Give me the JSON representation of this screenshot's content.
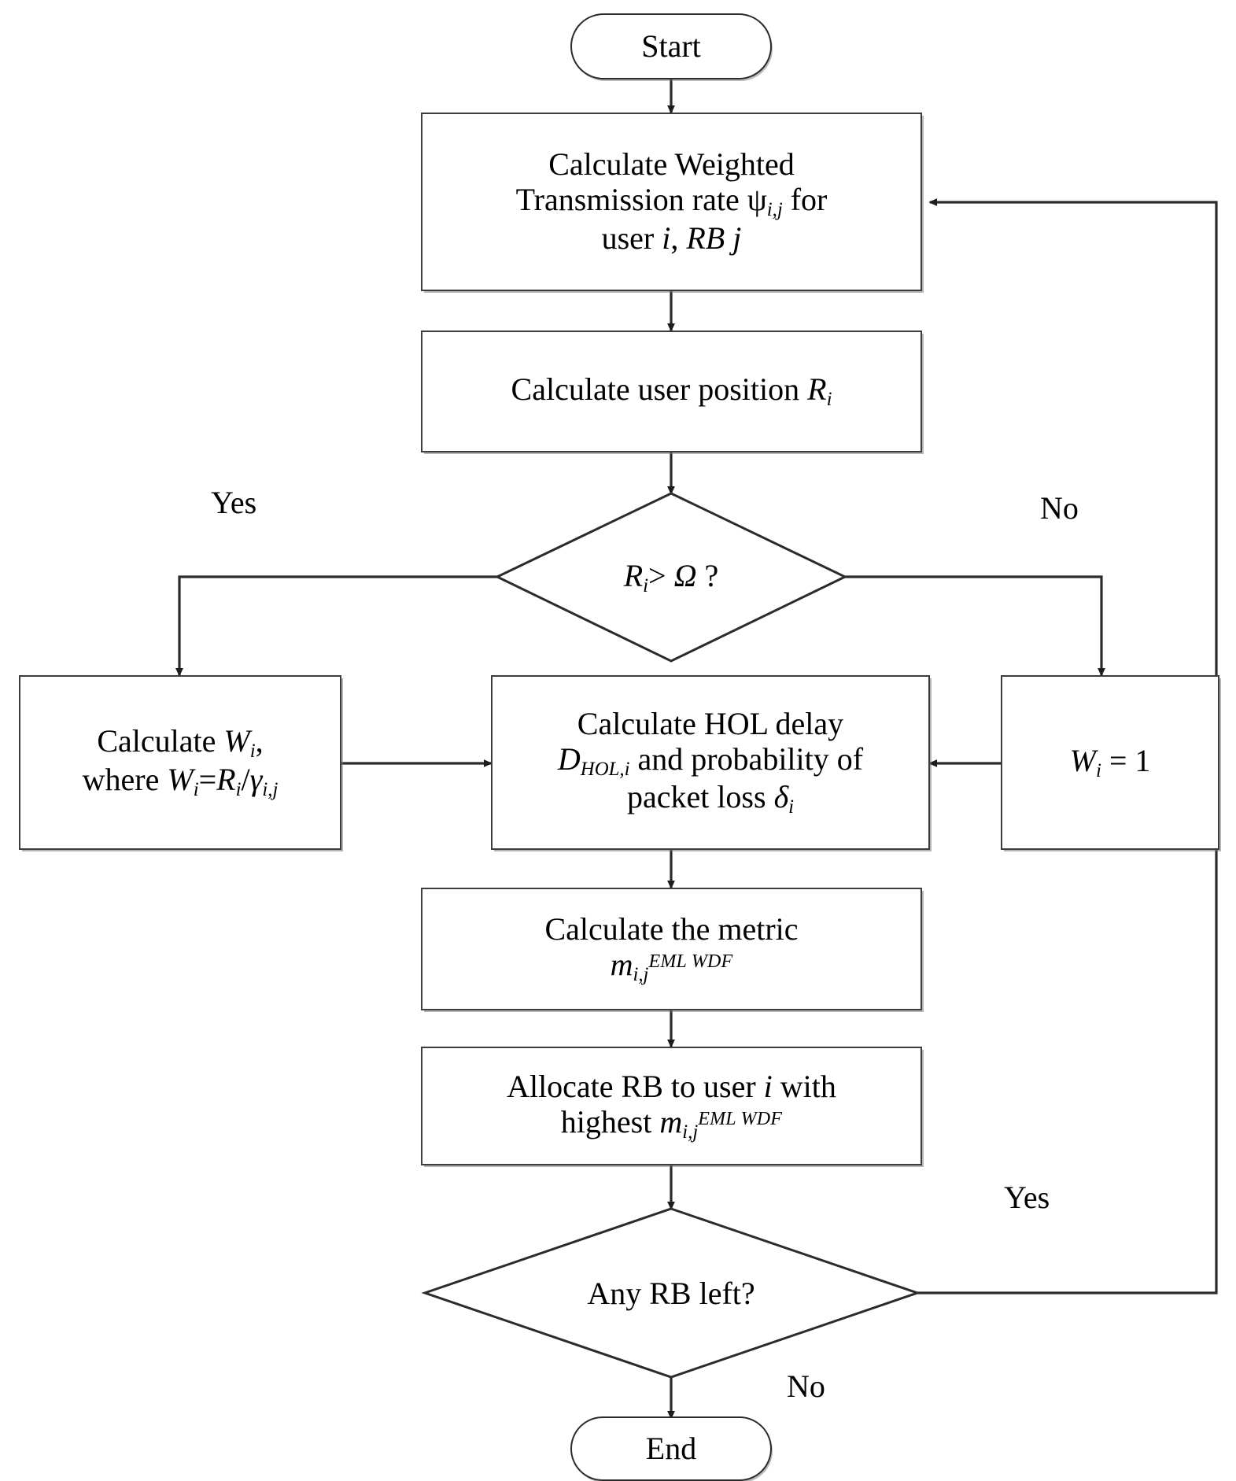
{
  "diagram": {
    "type": "flowchart",
    "title": "EML-WDF scheduling algorithm flowchart",
    "background_color": "#ffffff",
    "line_color": "#2b2b2b",
    "node_border_color": "#3c3c3c"
  },
  "nodes": {
    "start": {
      "id": "start",
      "shape": "terminator",
      "label": "Start"
    },
    "calc_rate": {
      "id": "calc_rate",
      "shape": "process",
      "line1": "Calculate Weighted",
      "line2_a": "Transmission rate ",
      "line2_psi": "ψ",
      "line2_psi_sub": "i,j",
      "line2_b": " for",
      "line3_a": "user ",
      "line3_i": "i",
      "line3_b": ", ",
      "line3_rbj": "RB j",
      "plain": "Calculate Weighted Transmission rate ψi,j for user i, RB j"
    },
    "calc_pos": {
      "id": "calc_pos",
      "shape": "process",
      "text_a": "Calculate user position ",
      "text_R": "R",
      "text_R_sub": "i",
      "plain": "Calculate user position Ri"
    },
    "decision_r": {
      "id": "decision_r",
      "shape": "decision",
      "text_R": "R",
      "text_R_sub": "i",
      "text_op": "> ",
      "text_omega": "Ω",
      "text_q": " ?",
      "plain": "Ri > Ω ?"
    },
    "calc_w": {
      "id": "calc_w",
      "shape": "process",
      "line1_a": "Calculate ",
      "line1_W": "W",
      "line1_W_sub": "i",
      "line1_b": ",",
      "line2_a": "where ",
      "line2_W": "W",
      "line2_W_sub": "i",
      "line2_eq": "=",
      "line2_R": "R",
      "line2_R_sub": "i",
      "line2_slash": "/",
      "line2_g": "γ",
      "line2_g_sub": "i,j",
      "plain": "Calculate Wi, where Wi=Ri/γi,j"
    },
    "calc_hol": {
      "id": "calc_hol",
      "shape": "process",
      "line1": "Calculate HOL delay",
      "line2_D": "D",
      "line2_D_sub": "HOL,i",
      "line2_rest": " and probability of",
      "line3_a": "packet loss ",
      "line3_d": "δ",
      "line3_d_sub": "i",
      "plain": "Calculate HOL delay DHOL,i and probability of packet loss δi"
    },
    "w_one": {
      "id": "w_one",
      "shape": "process",
      "text_W": "W",
      "text_W_sub": "i",
      "text_rest": " = 1",
      "plain": "Wi = 1"
    },
    "calc_metric": {
      "id": "calc_metric",
      "shape": "process",
      "line1": "Calculate the metric",
      "line2_m": "m",
      "line2_m_sub": "i,j",
      "line2_sup": "EML WDF",
      "plain": "Calculate the metric mi,jEML WDF"
    },
    "allocate_rb": {
      "id": "allocate_rb",
      "shape": "process",
      "line1_a": "Allocate RB to user ",
      "line1_i": "i",
      "line1_b": " with",
      "line2_a": "highest ",
      "line2_m": "m",
      "line2_m_sub": "i,j",
      "line2_sup": "EML WDF",
      "plain": "Allocate RB to user i with highest mi,jEML WDF"
    },
    "decision_rb": {
      "id": "decision_rb",
      "shape": "decision",
      "label": "Any RB left?"
    },
    "end": {
      "id": "end",
      "shape": "terminator",
      "label": "End"
    }
  },
  "edge_labels": {
    "yes_left": "Yes",
    "no_right": "No",
    "yes_bottom": "Yes",
    "no_bottom": "No"
  },
  "edges": [
    {
      "from": "start",
      "to": "calc_rate",
      "label": ""
    },
    {
      "from": "calc_rate",
      "to": "calc_pos",
      "label": ""
    },
    {
      "from": "calc_pos",
      "to": "decision_r",
      "label": ""
    },
    {
      "from": "decision_r",
      "to": "calc_w",
      "label": "Yes"
    },
    {
      "from": "decision_r",
      "to": "w_one",
      "label": "No"
    },
    {
      "from": "calc_w",
      "to": "calc_hol",
      "label": ""
    },
    {
      "from": "w_one",
      "to": "calc_hol",
      "label": ""
    },
    {
      "from": "calc_hol",
      "to": "calc_metric",
      "label": ""
    },
    {
      "from": "calc_metric",
      "to": "allocate_rb",
      "label": ""
    },
    {
      "from": "allocate_rb",
      "to": "decision_rb",
      "label": ""
    },
    {
      "from": "decision_rb",
      "to": "calc_rate",
      "label": "Yes"
    },
    {
      "from": "decision_rb",
      "to": "end",
      "label": "No"
    }
  ]
}
